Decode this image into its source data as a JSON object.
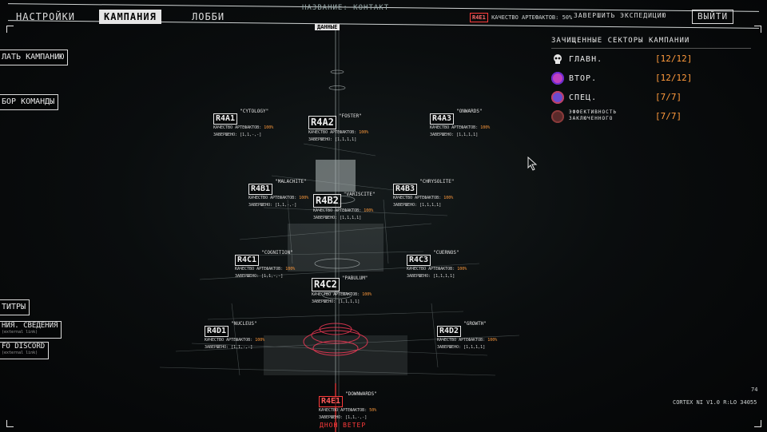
{
  "header": {
    "subtitle": "НАЗВАНИЕ: КОНТАКТ",
    "tabs": [
      {
        "label": "НАСТРОЙКИ"
      },
      {
        "label": "КАМПАНИЯ"
      },
      {
        "label": "ЛОББИ"
      }
    ],
    "current_code": "R4E1",
    "artifact_quality": "КАЧЕСТВО АРТЕФАКТОВ: 50%",
    "end_expedition": "ЗАВЕРШИТЬ ЭКСПЕДИЦИЮ",
    "exit": "ВЫЙТИ"
  },
  "top_marker": "ДАННЫЕ",
  "left_menu": [
    {
      "label": "ЛАТЬ КАМПАНИЮ"
    },
    {
      "label": "БОР КОМАНДЫ"
    },
    {
      "label": "ТИТРЫ"
    },
    {
      "label": "НИЯ. СВЕДЕНИЯ",
      "sub": "(external link)"
    },
    {
      "label": "FO DISCORD",
      "sub": "(external link)"
    }
  ],
  "right_panel": {
    "title": "ЗАЧИЩЕННЫЕ СЕКТОРЫ КАМПАНИИ",
    "rows": [
      {
        "icon": "skull-icon",
        "label": "ГЛАВН.",
        "value": "[12/12]",
        "color": "#e8e8e8"
      },
      {
        "icon": "secondary-sector-icon",
        "label": "ВТОР.",
        "value": "[12/12]",
        "color": "#c040c0"
      },
      {
        "icon": "special-sector-icon",
        "label": "СПЕЦ.",
        "value": "[7/7]",
        "color": "#6a4bd0"
      },
      {
        "icon": "efficiency-icon",
        "label": "ЭФФЕКТИВНОСТЬ ЗАКЛЮЧЕННОГО",
        "value": "[7/7]",
        "color": "#8a3a3a"
      }
    ]
  },
  "nodes": [
    {
      "code": "R4A1",
      "name": "\"CYTOLOGY\"",
      "quality_label": "КАЧЕСТВО АРТЕФАКТОВ:",
      "quality": "100%",
      "done": "ЗАВЕРШЕНО: [1,1,-,-]"
    },
    {
      "code": "R4A2",
      "name": "\"FOSTER\"",
      "quality_label": "КАЧЕСТВО АРТЕФАКТОВ:",
      "quality": "100%",
      "done": "ЗАВЕРШЕНО: [1,1,1,1]"
    },
    {
      "code": "R4A3",
      "name": "\"ONWARDS\"",
      "quality_label": "КАЧЕСТВО АРТЕФАКТОВ:",
      "quality": "100%",
      "done": "ЗАВЕРШЕНО: [1,1,1,1]"
    },
    {
      "code": "R4B1",
      "name": "\"MALACHITE\"",
      "quality_label": "КАЧЕСТВО АРТЕФАКТОВ:",
      "quality": "100%",
      "done": "ЗАВЕРШЕНО: [1,1,-,-]"
    },
    {
      "code": "R4B2",
      "name": "\"VARISCITE\"",
      "quality_label": "КАЧЕСТВО АРТЕФАКТОВ:",
      "quality": "100%",
      "done": "ЗАВЕРШЕНО: [1,1,1,1]"
    },
    {
      "code": "R4B3",
      "name": "\"CHRYSOLITE\"",
      "quality_label": "КАЧЕСТВО АРТЕФАКТОВ:",
      "quality": "100%",
      "done": "ЗАВЕРШЕНО: [1,1,1,1]"
    },
    {
      "code": "R4C1",
      "name": "\"COGNITION\"",
      "quality_label": "КАЧЕСТВО АРТЕФАКТОВ:",
      "quality": "100%",
      "done": "ЗАВЕРШЕНО: [1,1,-,-]"
    },
    {
      "code": "R4C2",
      "name": "\"PABULUM\"",
      "quality_label": "КАЧЕСТВО АРТЕФАКТОВ:",
      "quality": "100%",
      "done": "ЗАВЕРШЕНО: [1,1,1,1]"
    },
    {
      "code": "R4C3",
      "name": "\"CUERNOS\"",
      "quality_label": "КАЧЕСТВО АРТЕФАКТОВ:",
      "quality": "100%",
      "done": "ЗАВЕРШЕНО: [1,1,1,1]"
    },
    {
      "code": "R4D1",
      "name": "\"NUCLEUS\"",
      "quality_label": "КАЧЕСТВО АРТЕФАКТОВ:",
      "quality": "100%",
      "done": "ЗАВЕРШЕНО: [1,1,-,-]"
    },
    {
      "code": "R4D2",
      "name": "\"GROWTH\"",
      "quality_label": "КАЧЕСТВО АРТЕФАКТОВ:",
      "quality": "100%",
      "done": "ЗАВЕРШЕНО: [1,1,1,1]"
    },
    {
      "code": "R4E1",
      "name": "\"DOWNWARDS\"",
      "quality_label": "КАЧЕСТВО АРТЕФАКТОВ:",
      "quality": "50%",
      "done": "ЗАВЕРШЕНО: [1,1,-,-]"
    }
  ],
  "bottom_marker": "ДНОН ВЕТЕР",
  "footer": {
    "fps": "74",
    "version": "CORTEX NI V1.0 R:LO 34055"
  },
  "colors": {
    "accent": "#ff9a3c",
    "danger": "#ff3b3b",
    "text": "#e8e8e8"
  }
}
